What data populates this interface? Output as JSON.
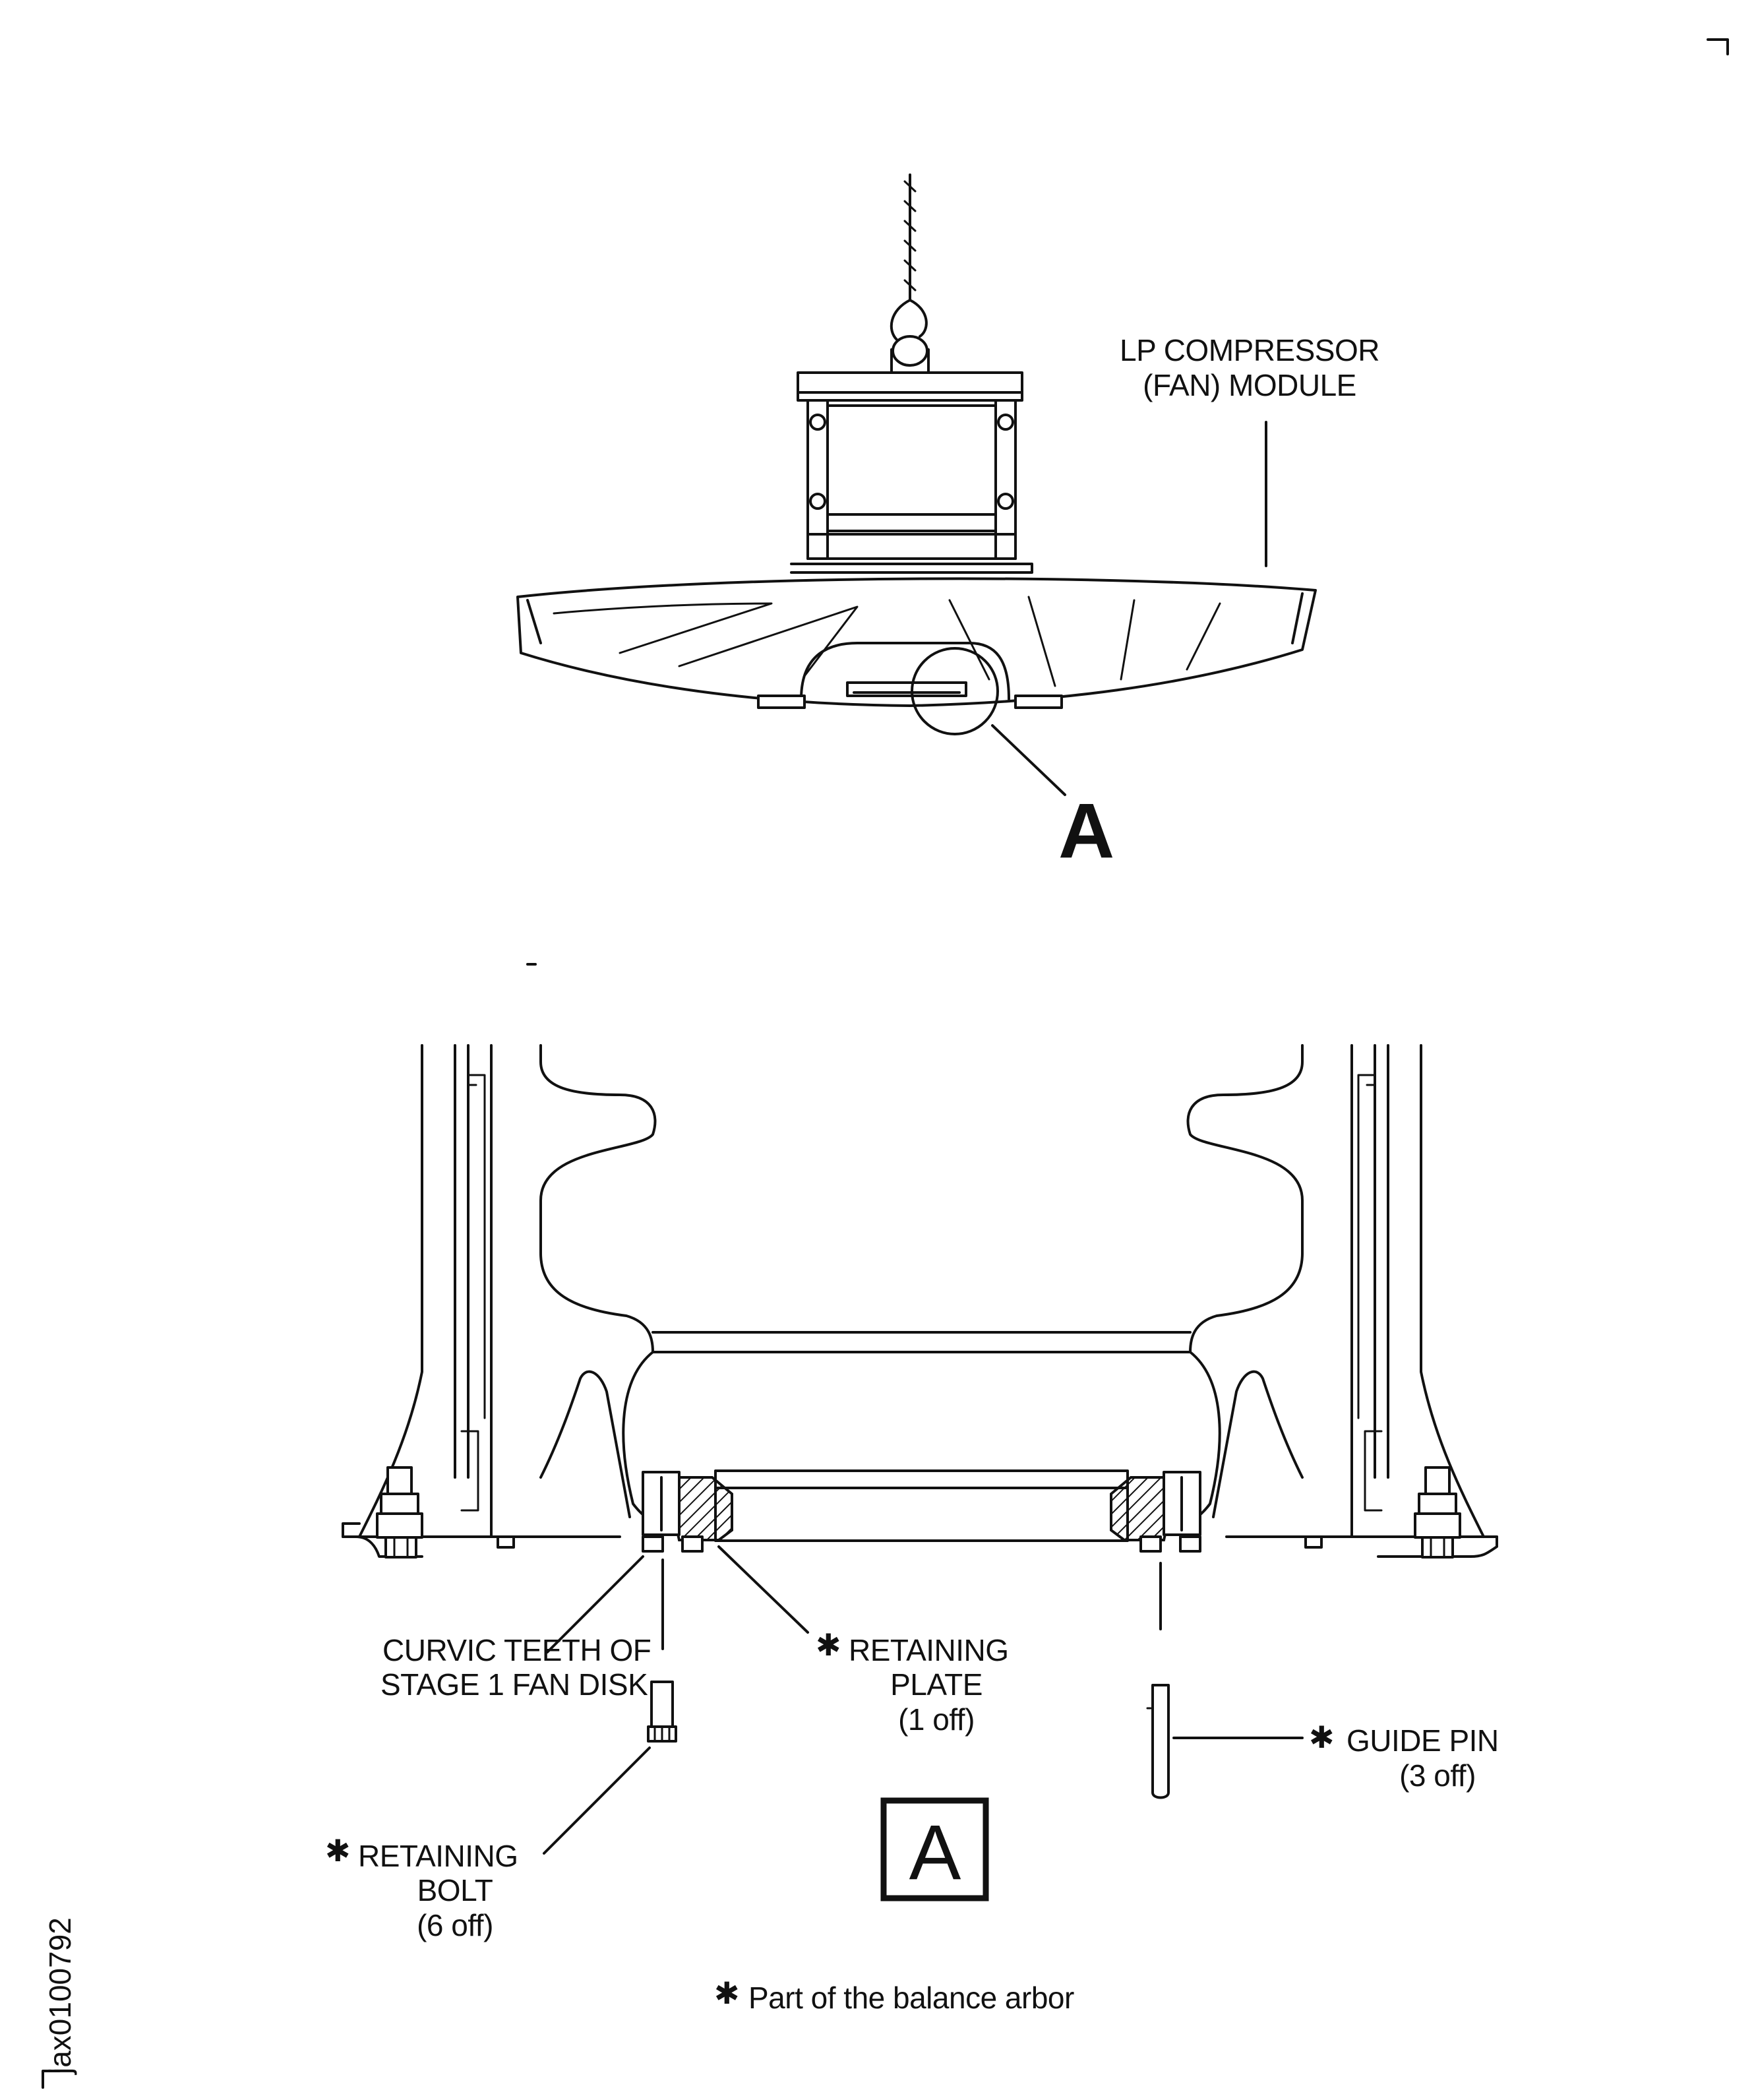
{
  "labels": {
    "lp_module_line1": "LP COMPRESSOR",
    "lp_module_line2": "(FAN) MODULE",
    "view_a_callout": "A",
    "view_a_box": "A",
    "curvic_line1": "CURVIC TEETH OF",
    "curvic_line2": "STAGE 1 FAN DISK",
    "retaining_plate_line1": "RETAINING",
    "retaining_plate_line2": "PLATE",
    "retaining_plate_line3": "(1 off)",
    "guide_pin_line1": "GUIDE PIN",
    "guide_pin_line2": "(3 off)",
    "retaining_bolt_line1": "RETAINING",
    "retaining_bolt_line2": "BOLT",
    "retaining_bolt_line3": "(6 off)",
    "note": "Part of the balance arbor",
    "asterisk": "✱",
    "figure_id": "jax0100792"
  }
}
